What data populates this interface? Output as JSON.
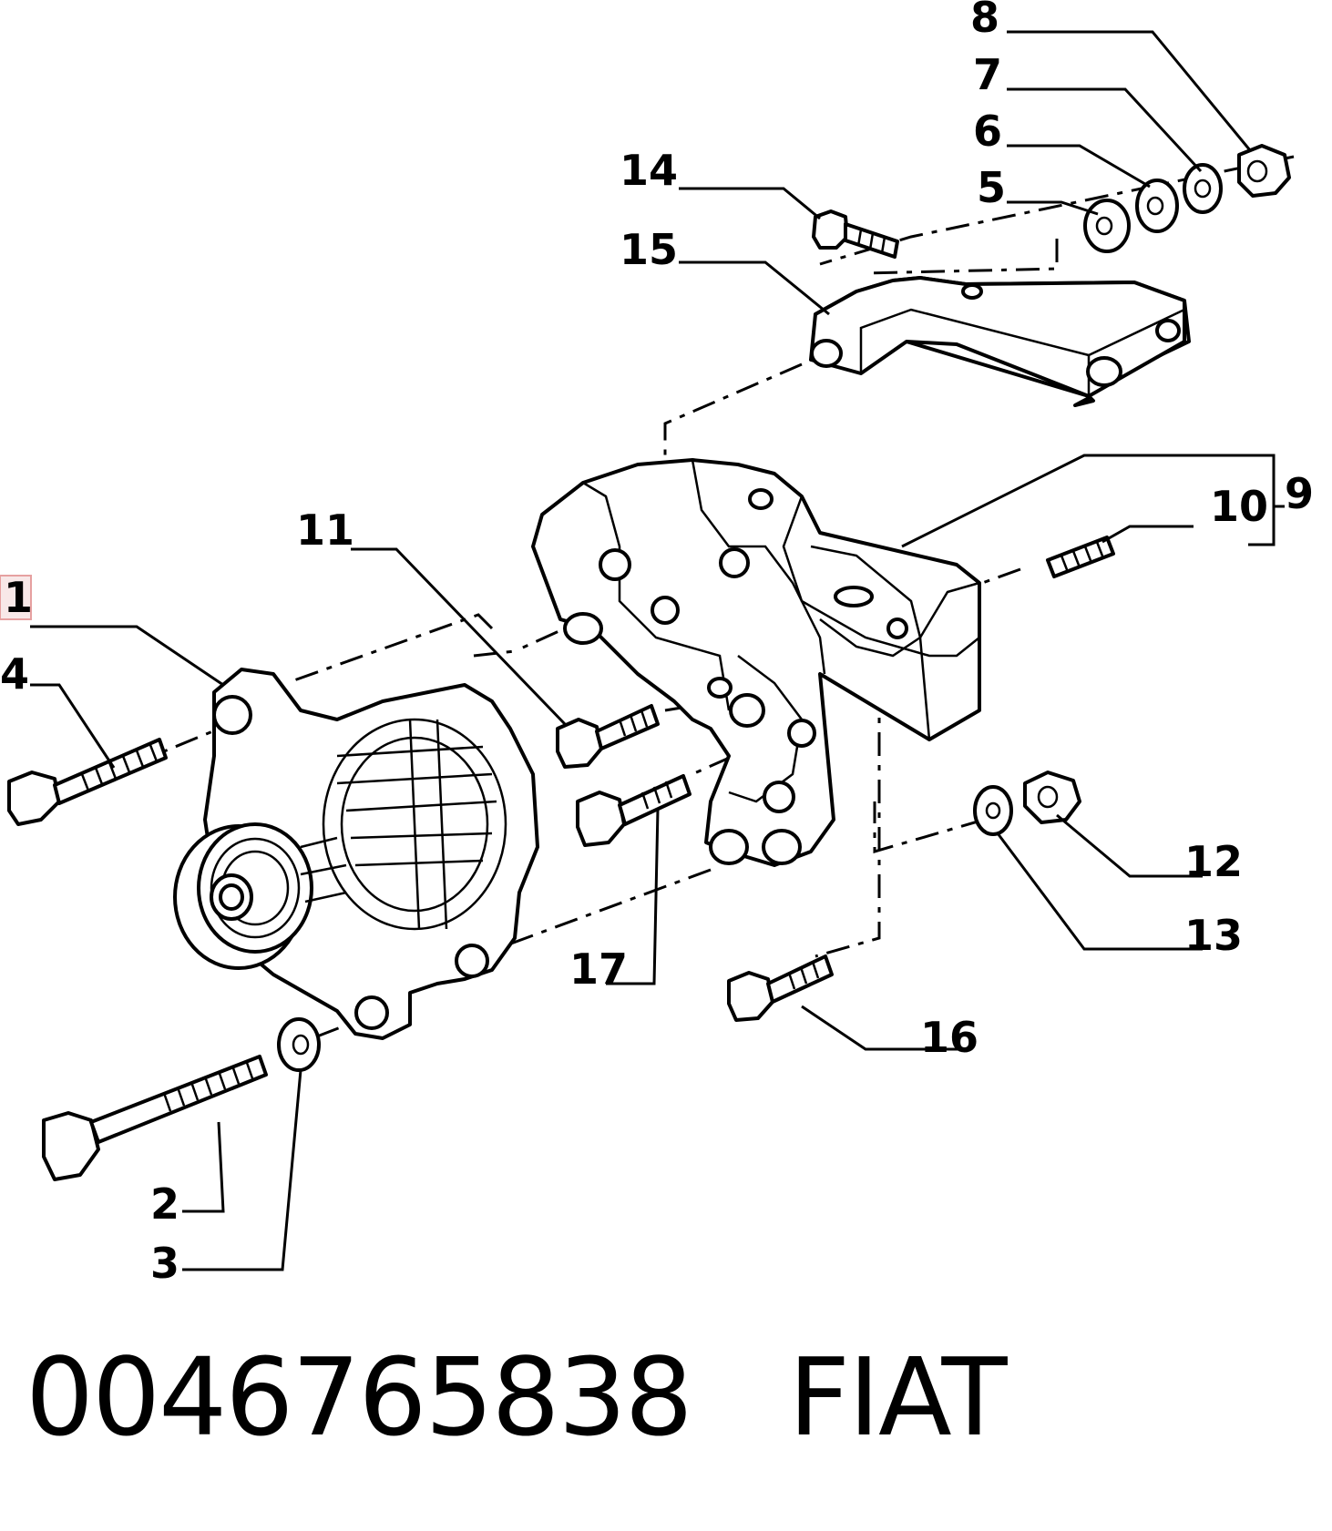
{
  "callouts": {
    "c1": "1",
    "c2": "2",
    "c3": "3",
    "c4": "4",
    "c5": "5",
    "c6": "6",
    "c7": "7",
    "c8": "8",
    "c9": "9",
    "c10": "10",
    "c11": "11",
    "c12": "12",
    "c13": "13",
    "c14": "14",
    "c15": "15",
    "c16": "16",
    "c17": "17"
  },
  "highlight": {
    "color": "#e6a0a0"
  },
  "footer": {
    "part_number": "0046765838",
    "brand": "FIAT"
  },
  "icons": [
    "alternator-icon",
    "bracket-icon",
    "bolt-icon",
    "nut-icon",
    "washer-icon",
    "stud-icon"
  ]
}
